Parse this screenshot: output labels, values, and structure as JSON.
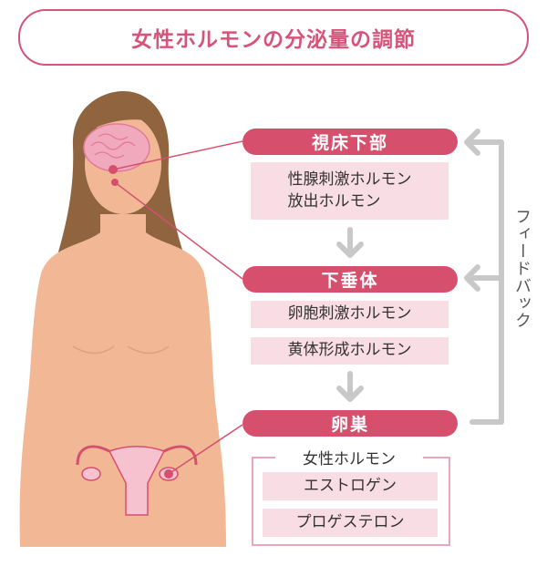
{
  "title": "女性ホルモンの分泌量の調節",
  "stages": [
    {
      "label": "視床下部",
      "hormones": [
        "性腺刺激ホルモン\n放出ホルモン"
      ]
    },
    {
      "label": "下垂体",
      "hormones": [
        "卵胞刺激ホルモン",
        "黄体形成ホルモン"
      ]
    },
    {
      "label": "卵巣",
      "group_label": "女性ホルモン",
      "hormones": [
        "エストロゲン",
        "プロゲステロン"
      ]
    }
  ],
  "feedback_label": "フィードバック",
  "colors": {
    "accent": "#d6506e",
    "box": "#f9dde4",
    "skin": "#f2b896",
    "hair": "#8f643f",
    "arrow": "#c8c8c8"
  }
}
